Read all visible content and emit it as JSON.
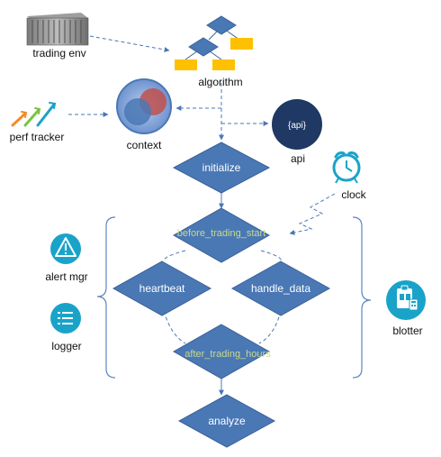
{
  "colors": {
    "node_fill": "#4a78b5",
    "node_stroke": "#3a6298",
    "node_text": "#ffffff",
    "loop_text": "#c8d98a",
    "connector": "#4a78b5",
    "accent_yellow": "#ffc000",
    "context_outer": "#8fb0e0",
    "context_red": "#c0504d",
    "api_bg": "#1f3864",
    "teal_icon": "#1aa3c9",
    "bracket": "#5b86c0"
  },
  "components": {
    "trading_env": "trading env",
    "algorithm": "algorithm",
    "perf_tracker": "perf tracker",
    "context": "context",
    "api": "api",
    "api_badge": "{api}",
    "clock": "clock",
    "alert_mgr": "alert mgr",
    "logger": "logger",
    "blotter": "blotter"
  },
  "flow": {
    "initialize": "initialize",
    "before_trading_start": "before_trading_start",
    "heartbeat": "heartbeat",
    "handle_data": "handle_data",
    "after_trading_hours": "after_trading_hours",
    "analyze": "analyze"
  },
  "icons": {
    "trading_env": "server-rack-icon",
    "algorithm": "org-chart-icon",
    "perf_tracker": "rising-arrows-icon",
    "context": "venn-circles-icon",
    "api": "api-badge-icon",
    "clock": "alarm-clock-icon",
    "alert_mgr": "warning-triangle-icon",
    "logger": "list-icon",
    "blotter": "clipboard-calculator-icon"
  }
}
